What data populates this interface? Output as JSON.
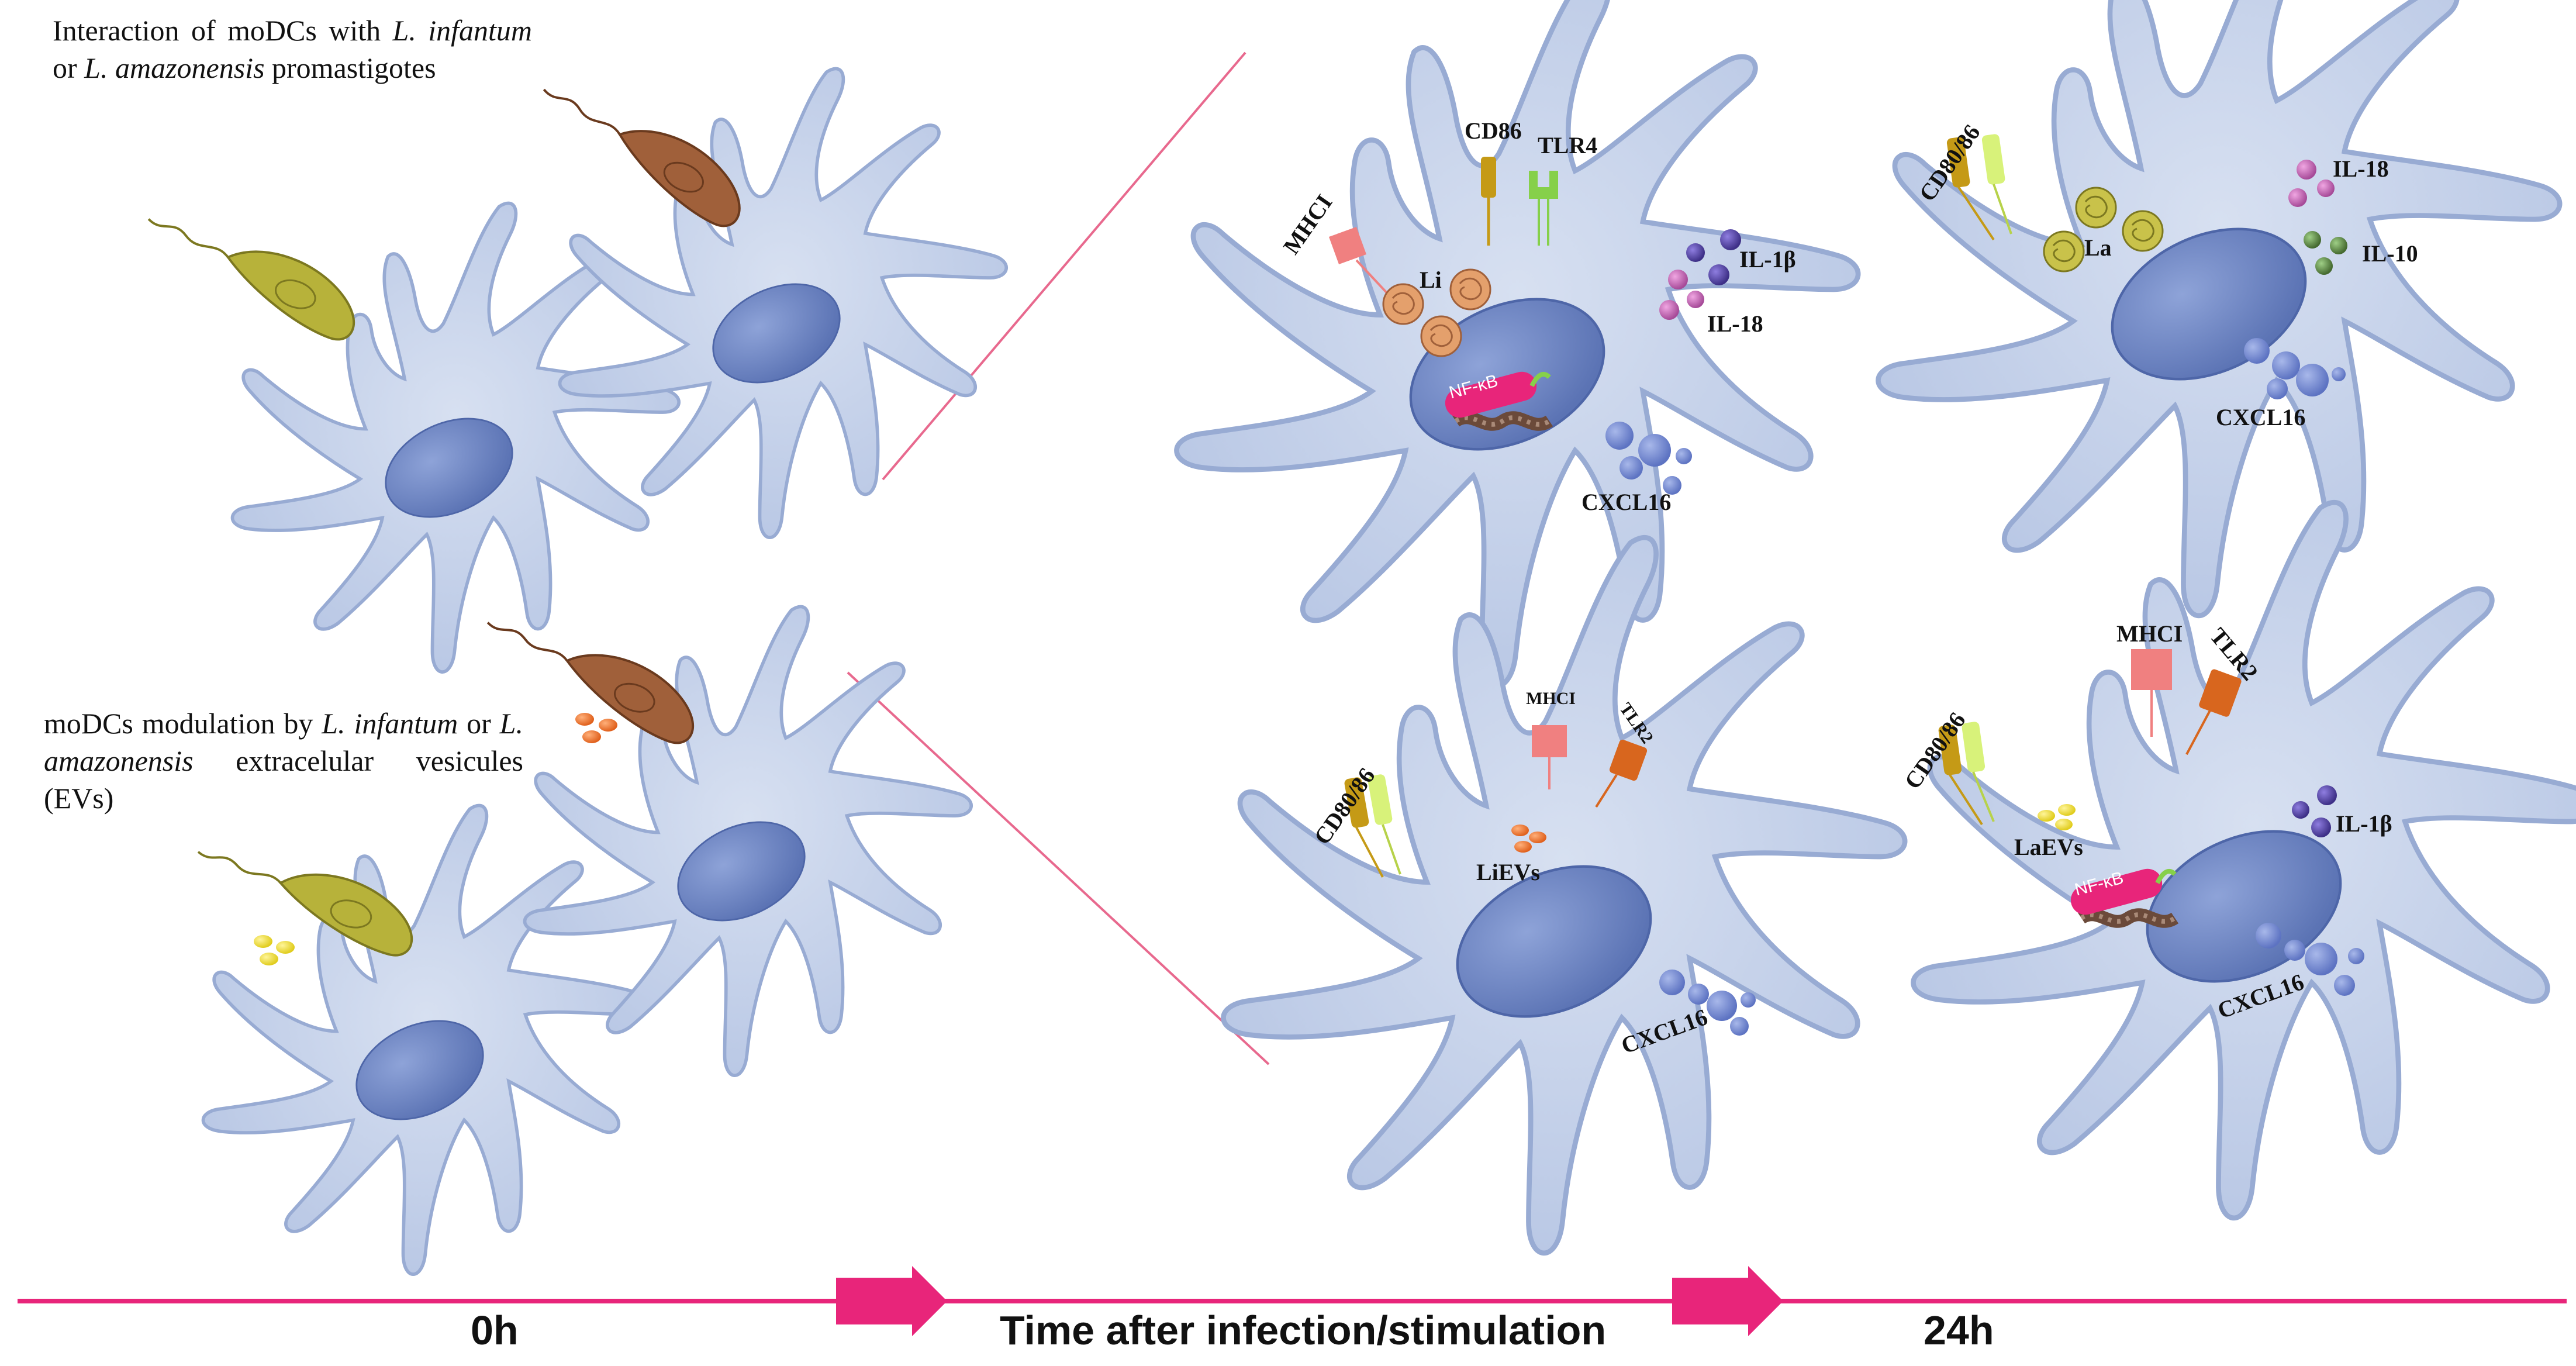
{
  "panels": {
    "infection_desc": {
      "part1": "Interaction of moDCs with ",
      "italic1": "L. infantum",
      "part2": " or ",
      "italic2": "L. amazonensis",
      "part3": " promastigotes"
    },
    "ev_desc": {
      "part1": "moDCs modulation by ",
      "italic1": "L. infantum",
      "part2": " or ",
      "italic2": "L. amazonensis",
      "part3": " extracelular vesicules (EVs)"
    }
  },
  "cells": {
    "li_infection": {
      "receptors": [
        "MHCI",
        "CD86",
        "TLR4"
      ],
      "parasite_label": "Li",
      "cytokines": [
        "IL-1β",
        "IL-18"
      ],
      "chemokine": "CXCL16",
      "transcription_factor": "NF-κB"
    },
    "la_infection": {
      "receptors": [
        "CD80/86"
      ],
      "parasite_label": "La",
      "cytokines": [
        "IL-18",
        "IL-10"
      ],
      "chemokine": "CXCL16"
    },
    "li_evs": {
      "receptors": [
        "CD80/86",
        "MHCI",
        "TLR2"
      ],
      "ev_label": "LiEVs",
      "chemokine": "CXCL16"
    },
    "la_evs": {
      "receptors": [
        "CD80/86",
        "MHCI",
        "TLR2"
      ],
      "ev_label": "LaEVs",
      "cytokines": [
        "IL-1β"
      ],
      "chemokine": "CXCL16",
      "transcription_factor": "NF-κB"
    }
  },
  "timeline": {
    "start": "0h",
    "middle": "Time after infection/stimulation",
    "end": "24h"
  },
  "colors": {
    "cell_fill": "#c7d3ea",
    "cell_stroke": "#9fb1d6",
    "nucleus": "#6f88c4",
    "timeline": "#e8257a",
    "li_parasite": "#a0603a",
    "la_parasite": "#b7b23a",
    "cxcl16": "#7a8fd0",
    "il1b": "#5a4aa8",
    "il18": "#c46fb8",
    "il10": "#5f8a4a",
    "nfkb": "#e8257a",
    "mhci": "#f08080",
    "tlr2": "#d8661e",
    "cd86": "#c59a16",
    "tlr4": "#86d04a"
  }
}
